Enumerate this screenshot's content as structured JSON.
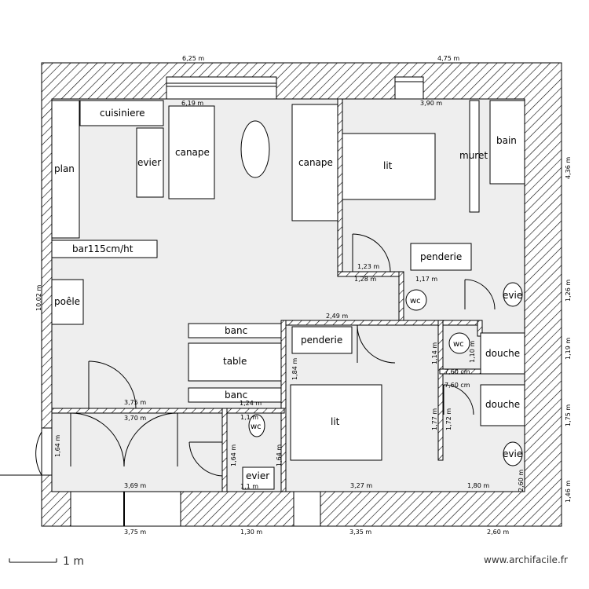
{
  "dims": {
    "top_left": "6,25 m",
    "top_right": "4,75 m",
    "top_inner_left": "6,19 m",
    "top_inner_right": "3,90 m",
    "right_top": "4,36 m",
    "right_mid1": "1,26 m",
    "right_mid2": "1,19 m",
    "right_mid3": "1,75 m",
    "right_bottom": "1,46 m",
    "left_total": "10,02 m",
    "bottom_1": "3,75 m",
    "bottom_2": "1,30 m",
    "bottom_3": "3,35 m",
    "bottom_4": "2,60 m",
    "inner_1": "1,23 m",
    "inner_2": "1,28 m",
    "inner_3": "1,17 m",
    "inner_4": "2,49 m",
    "inner_5": "3,75 m",
    "inner_6": "3,70 m",
    "inner_7": "1,24 m",
    "inner_8": "3,69 m",
    "inner_9": "3,27 m",
    "inner_10": "1,80 m",
    "inner_11": "1,64 m",
    "inner_12": "1,84 m",
    "inner_13": "1,77 m",
    "inner_14": "1,72 m",
    "inner_15": "1,14 m",
    "inner_16": "1,10 m",
    "inner_17": "2,60 m",
    "inner_18": "1,1 m",
    "inner_19": "1,1 m",
    "inner_20": "7,60 cm",
    "inner_21": "7,60 cm",
    "inner_22": "1,64 m",
    "inner_23": "1,64 m"
  },
  "rooms": {
    "cuisiniere": "cuisiniere",
    "plan": "plan",
    "evier_kitchen": "evier",
    "canape_1": "canape",
    "canape_2": "canape",
    "bar": "bar115cm/ht",
    "poele": "poêle",
    "banc_top": "banc",
    "table": "table",
    "banc_bottom": "banc",
    "lit_1": "lit",
    "lit_2": "lit",
    "muret": "muret",
    "bain": "bain",
    "penderie_1": "penderie",
    "penderie_2": "penderie",
    "evier_bath_right": "evie",
    "evier_bath_right2": "evie",
    "wc_1": "wc",
    "wc_2": "wc",
    "wc_3": "wc",
    "douche_1": "douche",
    "douche_2": "douche",
    "evier_small": "evier"
  },
  "footer": {
    "scale_label": "1 m",
    "brand": "www.archifacile.fr"
  },
  "colors": {
    "floor": "#eeeeee",
    "wall_line": "#000000",
    "furniture_fill": "#ffffff"
  }
}
